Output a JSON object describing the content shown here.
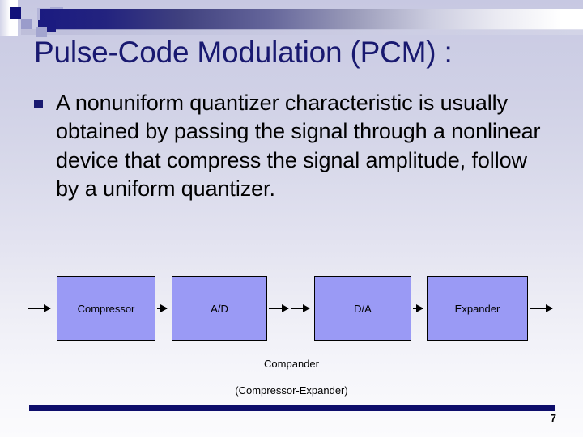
{
  "slide": {
    "title": "Pulse-Code Modulation (PCM) :",
    "body_bullet": "A nonuniform quantizer characteristic is usually obtained by passing the signal through a nonlinear device that compress the signal amplitude, follow by  a uniform quantizer.",
    "page_number": "7"
  },
  "diagram": {
    "blocks": [
      {
        "label": "Compressor"
      },
      {
        "label": "A/D"
      },
      {
        "label": "D/A"
      },
      {
        "label": "Expander"
      }
    ],
    "captions": {
      "compander": "Compander",
      "expansion": "(Compressor-Expander)"
    }
  },
  "colors": {
    "title_navy": "#191970",
    "block_fill": "#9a9af5",
    "block_border": "#000000",
    "footer_bar": "#0d0d6b",
    "deco_navy": "#1b1b80",
    "background_top": "#c7c8e2",
    "background_bottom": "#fbfbfd"
  }
}
